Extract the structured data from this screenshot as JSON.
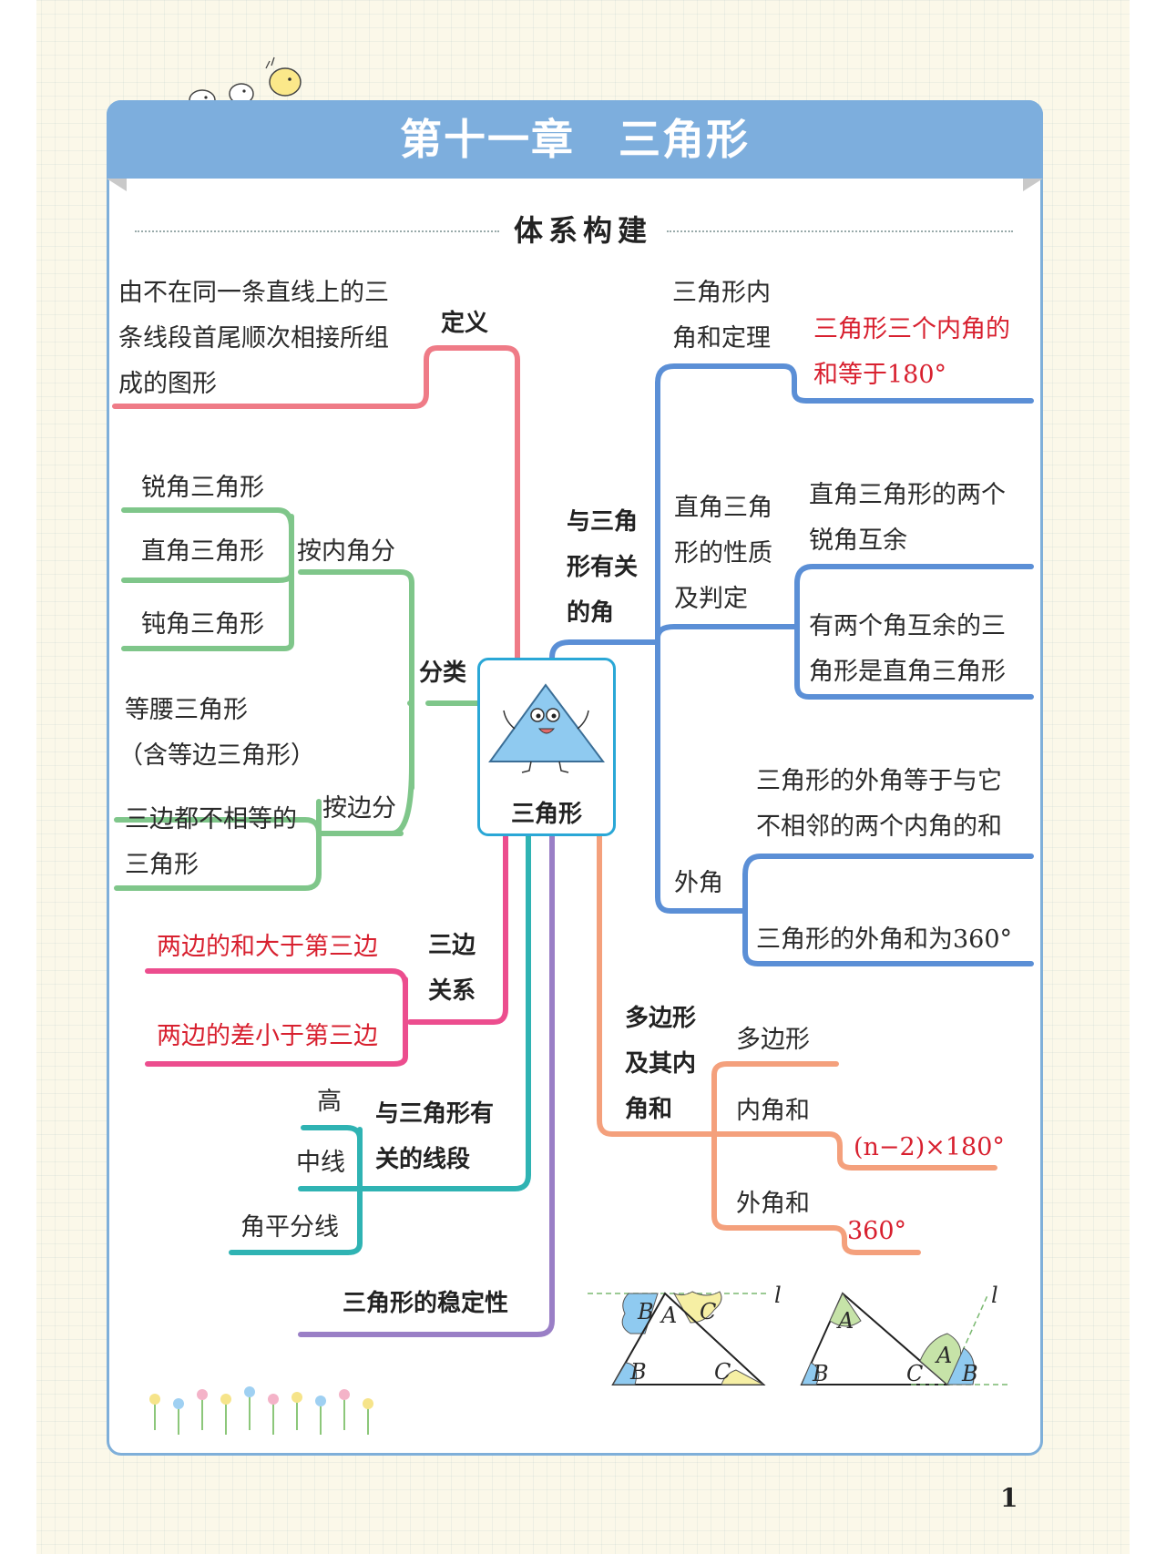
{
  "chapter": {
    "title": "第十一章　三角形"
  },
  "section": {
    "title": "体系构建"
  },
  "center": {
    "label": "三角形"
  },
  "definition": {
    "label": "定义",
    "text_lines": [
      "由不在同一条直线上的三",
      "条线段首尾顺次相接所组",
      "成的图形"
    ]
  },
  "classification": {
    "label": "分类",
    "by_angle": {
      "label": "按内角分",
      "items": [
        "锐角三角形",
        "直角三角形",
        "钝角三角形"
      ]
    },
    "by_side": {
      "label": "按边分",
      "items": [
        "等腰三角形",
        "（含等边三角形）",
        "三边都不相等的",
        "三角形"
      ]
    }
  },
  "side_relation": {
    "label_lines": [
      "三边",
      "关系"
    ],
    "items": [
      "两边的和大于第三边",
      "两边的差小于第三边"
    ]
  },
  "segments": {
    "label_lines": [
      "与三角形有",
      "关的线段"
    ],
    "items": [
      "高",
      "中线",
      "角平分线"
    ]
  },
  "stability": {
    "label": "三角形的稳定性"
  },
  "angles": {
    "label_lines": [
      "与三角",
      "形有关",
      "的角"
    ],
    "interior_theorem": {
      "label_lines": [
        "三角形内",
        "角和定理"
      ],
      "content_lines": [
        "三角形三个内角的",
        "和等于180°"
      ]
    },
    "right_triangle": {
      "label_lines": [
        "直角三角",
        "形的性质",
        "及判定"
      ],
      "property_lines": [
        "直角三角形的两个",
        "锐角互余"
      ],
      "criterion_lines": [
        "有两个角互余的三",
        "角形是直角三角形"
      ]
    },
    "exterior": {
      "label": "外角",
      "property_lines": [
        "三角形的外角等于与它",
        "不相邻的两个内角的和"
      ],
      "sum": "三角形的外角和为360°"
    }
  },
  "polygon": {
    "label_lines": [
      "多边形",
      "及其内",
      "角和"
    ],
    "items": [
      "多边形",
      "内角和",
      "外角和"
    ],
    "interior_formula": "(n−2)×180°",
    "exterior_value": "360°"
  },
  "figures": {
    "fig1": {
      "vertex_labels": [
        "B",
        "A",
        "C",
        "B",
        "C"
      ],
      "line_label": "l"
    },
    "fig2": {
      "vertex_labels": [
        "A",
        "B",
        "C",
        "A",
        "B"
      ],
      "line_label": "l"
    }
  },
  "page": {
    "number": "1"
  },
  "colors": {
    "header": "#7daedd",
    "definition_branch": "#ef7b87",
    "classification_branch": "#7fc68a",
    "relation_branch": "#ec4d8e",
    "segment_branch": "#2fb3b3",
    "stability_branch": "#9a7fc6",
    "angle_branch": "#5b8fd6",
    "polygon_branch": "#f4a07c",
    "red_text": "#d8202f"
  }
}
